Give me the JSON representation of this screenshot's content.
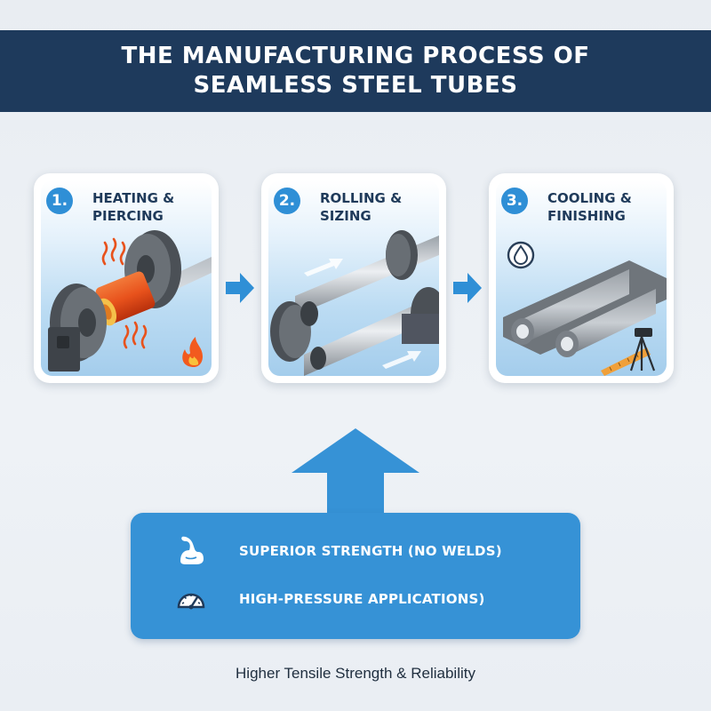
{
  "title": {
    "line1": "THE MANUFACTURING PROCESS OF",
    "line2": "SEAMLESS STEEL TUBES"
  },
  "steps": [
    {
      "number": "1.",
      "title_line1": "HEATING &",
      "title_line2": "PIERCING",
      "icons": [
        "heat-waves-icon",
        "flame-icon"
      ]
    },
    {
      "number": "2.",
      "title_line1": "ROLLING &",
      "title_line2": "SIZING",
      "icons": [
        "motion-arrow-icon"
      ]
    },
    {
      "number": "3.",
      "title_line1": "COOLING &",
      "title_line2": "FINISHING",
      "icons": [
        "water-drop-icon",
        "ruler-icon",
        "tripod-icon"
      ]
    }
  ],
  "benefits": [
    {
      "text": "SUPERIOR STRENGTH (NO WELDS)",
      "icon": "flexed-arm-icon"
    },
    {
      "text": "HIGH-PRESSURE APPLICATIONS)",
      "icon": "pressure-gauge-icon"
    }
  ],
  "footer": "Higher Tensile Strength & Reliability",
  "colors": {
    "header": "#1e3a5c",
    "accent_blue": "#3692d6",
    "badge_blue": "#2f8fd6",
    "text_dark": "#1f3a5a",
    "hot_orange": "#e8521c",
    "steel_gray": "#8d9399"
  }
}
